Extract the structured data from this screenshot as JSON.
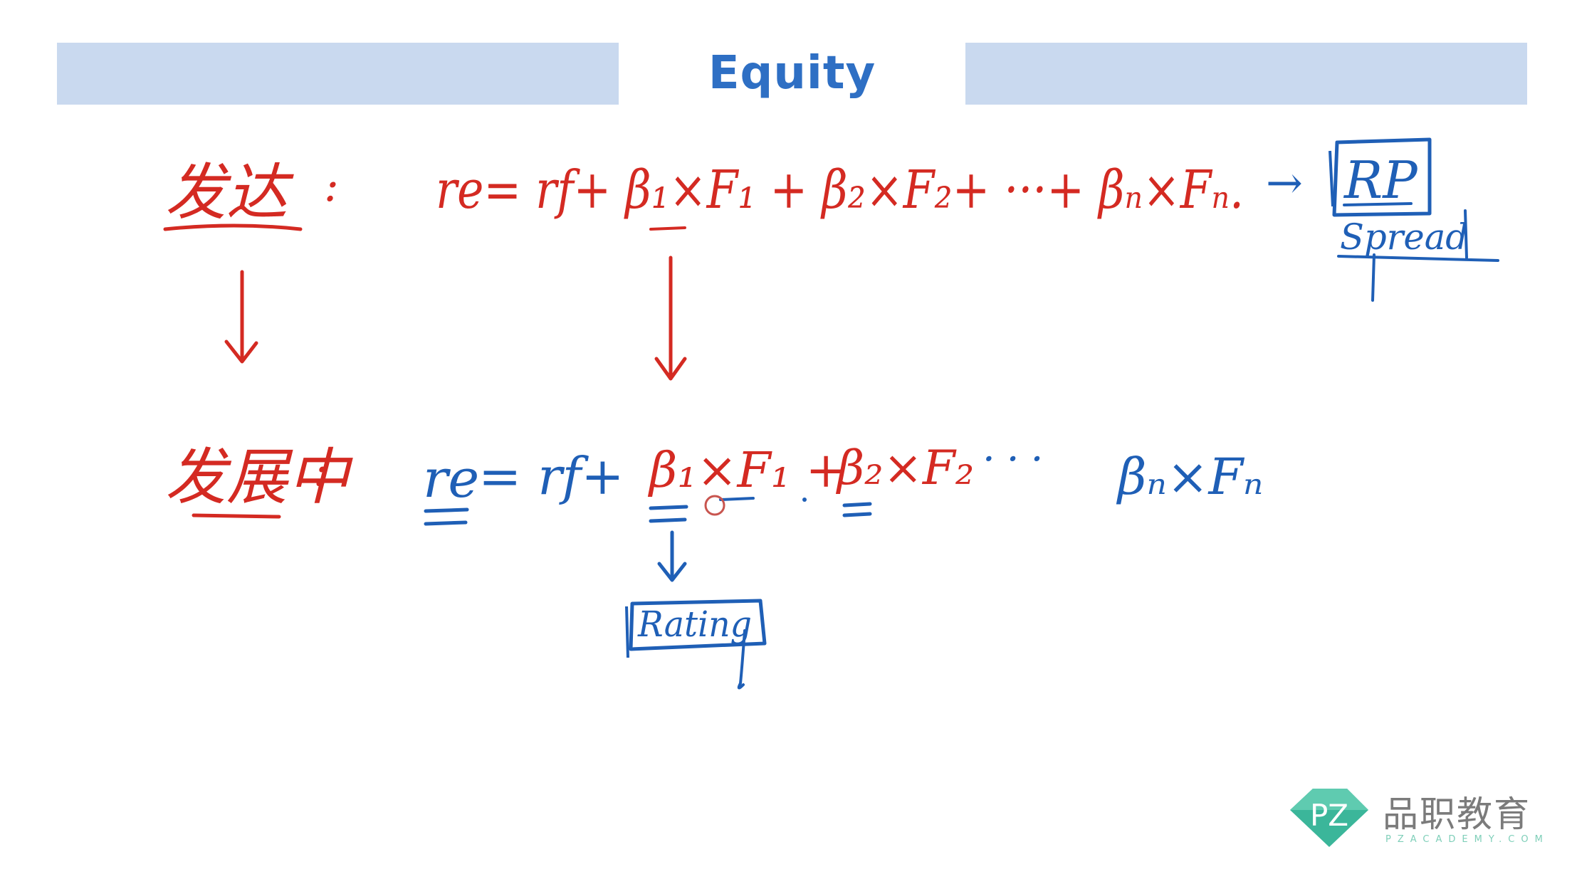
{
  "slide": {
    "title": "Equity",
    "colors": {
      "header_bar": "#c9d9ef",
      "title": "#2e6fc4",
      "ink_red": "#d42a22",
      "ink_blue": "#1f5fb6",
      "logo_text": "#7b7b7b",
      "logo_mark": "#3bb69a"
    }
  },
  "notes": {
    "row1": {
      "label": "发达",
      "colon": ":",
      "equation": "re= rf+ β₁×F₁ + β₂×F₂+ ···+ βₙ×Fₙ.",
      "arrow": "→",
      "boxed_term": "RP",
      "annotation": "Spread"
    },
    "row2": {
      "label": "发展中",
      "colon": ":",
      "re_term": "re",
      "eq_part": "= rf+",
      "beta1_term": "β₁×F₁ +",
      "beta2_term": "β₂×F₂",
      "dots": "···",
      "betan_term": "βₙ×Fₙ",
      "boxed_annotation": "Rating"
    }
  },
  "logo": {
    "mark_text": "PZ",
    "name_cn": "品职教育",
    "name_en": "PZACADEMY.COM"
  }
}
